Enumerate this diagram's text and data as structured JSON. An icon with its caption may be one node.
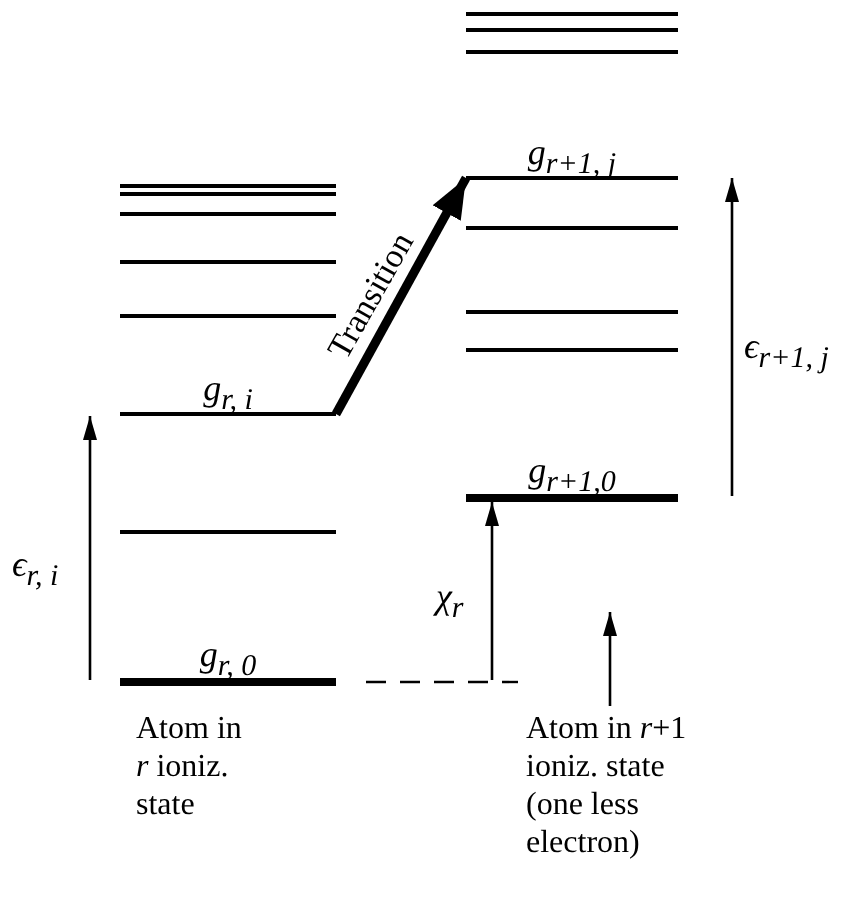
{
  "diagram": {
    "nodes": [
      {
        "text": [],
        "shape": "bar"
      },
      {
        "text": [],
        "shape": "bar"
      },
      {
        "text": [],
        "shape": "bar"
      },
      {
        "text": [],
        "shape": "bar"
      },
      {
        "text": [],
        "shape": "bar"
      },
      {
        "text": [
          "g$_{r, i}$"
        ]
      },
      {
        "text": [],
        "shape": "bar"
      },
      {
        "text": [
          "g$_{r, 0}$"
        ]
      },
      {
        "text": [],
        "shape": "bar"
      },
      {
        "text": [],
        "shape": "bar"
      },
      {
        "text": [],
        "shape": "bar"
      },
      {
        "text": [
          "g$_{r+1, j}$"
        ]
      },
      {
        "text": [],
        "shape": "bar"
      },
      {
        "text": [],
        "shape": "bar"
      },
      {
        "text": [],
        "shape": "bar"
      },
      {
        "text": [
          "g$_{r+1,0}$"
        ]
      },
      {
        "text": [
          "Atom in *r*+1 ioniz. state (one less electron)"
        ]
      }
    ],
    "edges": [
      {
        "from": 5,
        "to": 11,
        "arrow": "to",
        "label": "Transition",
        "style": "thick"
      },
      {
        "from": 16,
        "to": null,
        "arrow": "to"
      }
    ],
    "labels": [
      "ϵ$_{r+1, j}$",
      "χ$_{r}$",
      "ϵ$_{r, i}$",
      "Atom in *r* ioniz. state"
    ]
  }
}
